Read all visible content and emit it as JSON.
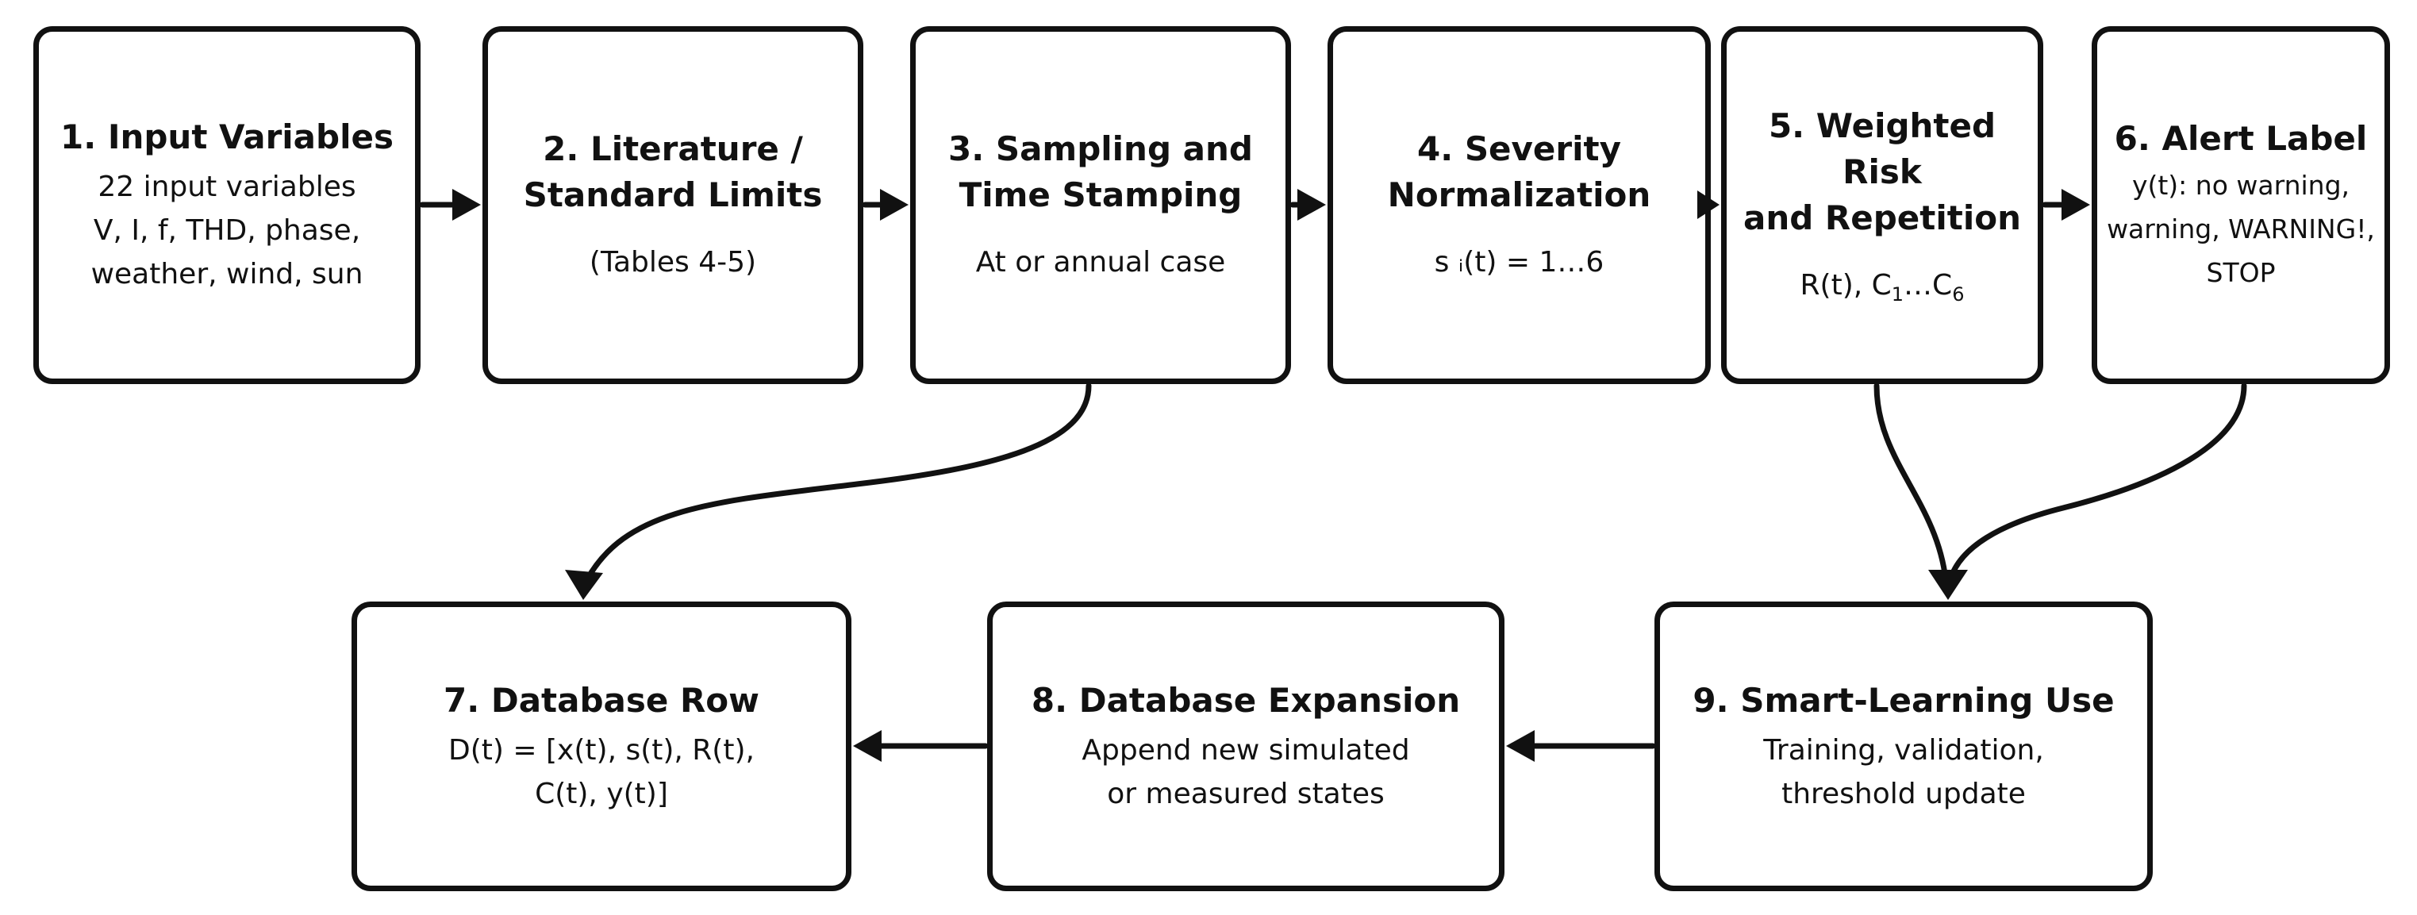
{
  "steps": [
    {
      "number": "1.",
      "title": "Input Variables",
      "lines": [
        "22 input variables",
        "V, I, f, THD, phase,",
        "weather, wind, sun"
      ]
    },
    {
      "number": "2.",
      "title": "Literature /\nStandard Limits",
      "lines": [
        "(Tables 4-5)"
      ]
    },
    {
      "number": "3.",
      "title": "Sampling and\nTime Stamping",
      "lines": [
        "At or annual case"
      ]
    },
    {
      "number": "4.",
      "title": "Severity\nNormalization",
      "lines": [
        "s ᵢ(t) = 1…6"
      ]
    },
    {
      "number": "5.",
      "title": "Weighted Risk\nand Repetition",
      "lines": [
        "R(t), C",
        "1",
        "…C",
        "6"
      ]
    },
    {
      "number": "6.",
      "title": "Alert Label",
      "lines": [
        "y(t): no warning,",
        "warning, WARNING!,",
        "STOP"
      ]
    },
    {
      "number": "7.",
      "title": "Database Row",
      "lines": [
        "D(t) = [x(t), s(t), R(t),",
        "C(t), y(t)]"
      ]
    },
    {
      "number": "8.",
      "title": "Database Expansion",
      "lines": [
        "Append new simulated",
        "or measured states"
      ]
    },
    {
      "number": "9.",
      "title": "Smart-Learning Use",
      "lines": [
        "Training, validation,",
        "threshold update"
      ]
    }
  ],
  "colors": {
    "stroke": "#111111",
    "background": "#ffffff"
  }
}
